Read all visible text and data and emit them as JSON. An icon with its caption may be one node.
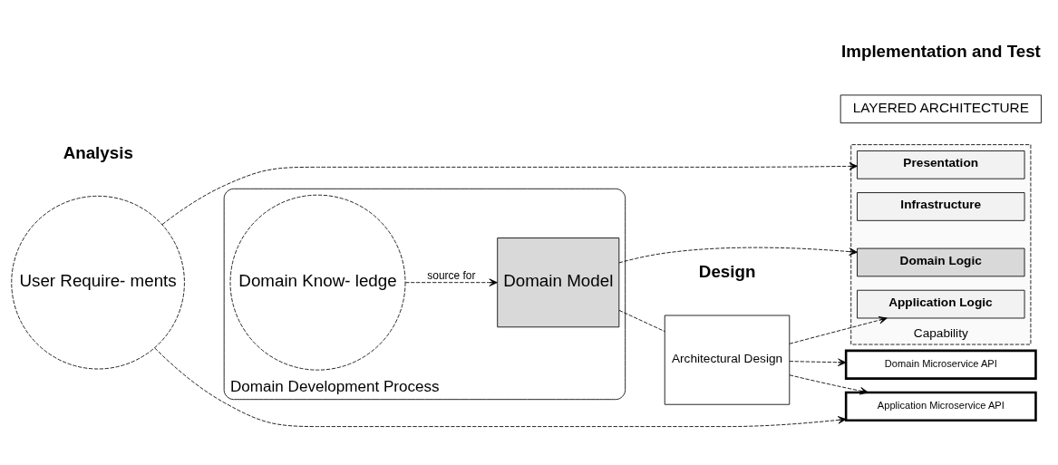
{
  "diagram": {
    "nodes": [
      {
        "text": [
          "User Require- ments"
        ]
      },
      {
        "text": [
          "Domain Development Process"
        ]
      },
      {
        "text": [
          "Domain Know- ledge"
        ],
        "in": 1
      },
      {
        "text": [
          "Domain Model"
        ],
        "in": 1
      },
      {
        "text": [
          "Architectural Design"
        ]
      },
      {
        "text": [
          "LAYERED ARCHITECTURE"
        ]
      },
      {
        "text": [
          "Capability"
        ]
      },
      {
        "text": [
          "Presentation"
        ],
        "in": 6
      },
      {
        "text": [
          "Application Microservice API"
        ]
      },
      {
        "text": [
          "Application Logic"
        ],
        "in": 6
      },
      {
        "text": [
          "Domain Microservice API"
        ]
      },
      {
        "text": [
          "Domain Logic"
        ],
        "in": 6
      },
      {
        "text": [
          "Infrastructure"
        ],
        "in": 6
      }
    ],
    "edges": [
      {
        "from": 0,
        "to": 7,
        "arrow": "to",
        "style": "dashed"
      },
      {
        "from": 0,
        "to": 8,
        "arrow": "to",
        "style": "dashed"
      },
      {
        "from": 4,
        "to": 8,
        "arrow": "to",
        "style": "dashed"
      },
      {
        "from": 4,
        "to": 9,
        "arrow": "to",
        "style": "dashed"
      },
      {
        "from": 3,
        "to": 4,
        "arrow": "none",
        "style": "dashed"
      },
      {
        "from": 4,
        "to": 10,
        "arrow": "to",
        "style": "dashed"
      },
      {
        "from": 2,
        "to": 3,
        "label": "source for",
        "arrow": "to",
        "style": "dashed"
      },
      {
        "from": 3,
        "to": 11,
        "arrow": "to",
        "style": "dashed"
      }
    ],
    "labels": [
      "Analysis",
      "Design",
      "Implementation and Test"
    ]
  }
}
